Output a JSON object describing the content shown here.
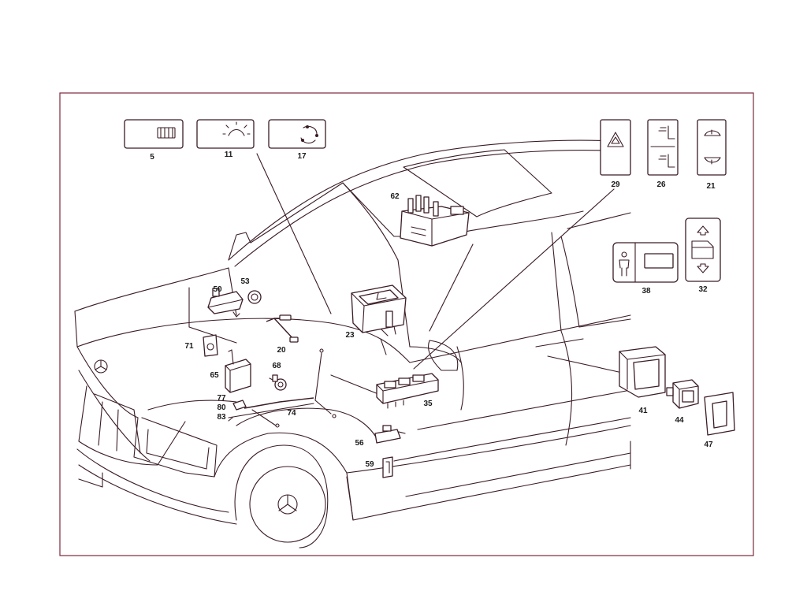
{
  "colors": {
    "line": "#3a1c24",
    "frame": "#7a2a3c",
    "background": "#ffffff"
  },
  "parts": [
    {
      "id": "5",
      "icon": "rear-defrost-icon"
    },
    {
      "id": "11",
      "icon": "interior-light-icon"
    },
    {
      "id": "17",
      "icon": "recirculation-icon"
    },
    {
      "id": "29",
      "icon": "hazard-triangle-icon"
    },
    {
      "id": "26",
      "icon": "seat-heater-icon"
    },
    {
      "id": "21",
      "icon": "sunroof-tilt-icon"
    },
    {
      "id": "62"
    },
    {
      "id": "50"
    },
    {
      "id": "53"
    },
    {
      "id": "23"
    },
    {
      "id": "71"
    },
    {
      "id": "20"
    },
    {
      "id": "65"
    },
    {
      "id": "68"
    },
    {
      "id": "77"
    },
    {
      "id": "80"
    },
    {
      "id": "83"
    },
    {
      "id": "74"
    },
    {
      "id": "35"
    },
    {
      "id": "56"
    },
    {
      "id": "59"
    },
    {
      "id": "38",
      "icon": "child-lock-icon"
    },
    {
      "id": "32",
      "icon": "window-up-down-icon"
    },
    {
      "id": "41"
    },
    {
      "id": "44"
    },
    {
      "id": "47"
    }
  ]
}
